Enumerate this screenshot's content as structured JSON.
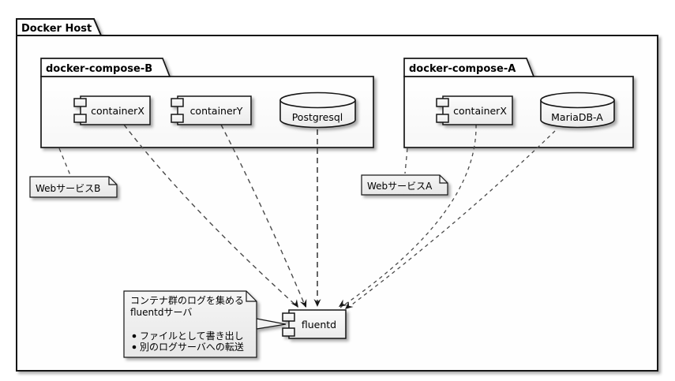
{
  "host": {
    "label": "Docker Host"
  },
  "packages": {
    "b": {
      "label": "docker-compose-B"
    },
    "a": {
      "label": "docker-compose-A"
    }
  },
  "nodes": {
    "container_x_b": {
      "label": "containerX"
    },
    "container_y_b": {
      "label": "containerY"
    },
    "postgresql": {
      "label": "Postgresql"
    },
    "container_x_a": {
      "label": "containerX"
    },
    "mariadb_a": {
      "label": "MariaDB-A"
    },
    "fluentd": {
      "label": "fluentd"
    }
  },
  "notes": {
    "web_b": {
      "label": "WebサービスB"
    },
    "web_a": {
      "label": "WebサービスA"
    },
    "fluentd_note": {
      "line1": "コンテナ群のログを集める",
      "line2": "fluentdサーバ",
      "bullets": [
        "ファイルとして書き出し",
        "別のログサーバへの転送"
      ]
    }
  },
  "colors": {
    "border": "#181818",
    "connector": "#4a4a4a",
    "fill_top": "#fbfbfb",
    "fill_bottom": "#ececec"
  }
}
